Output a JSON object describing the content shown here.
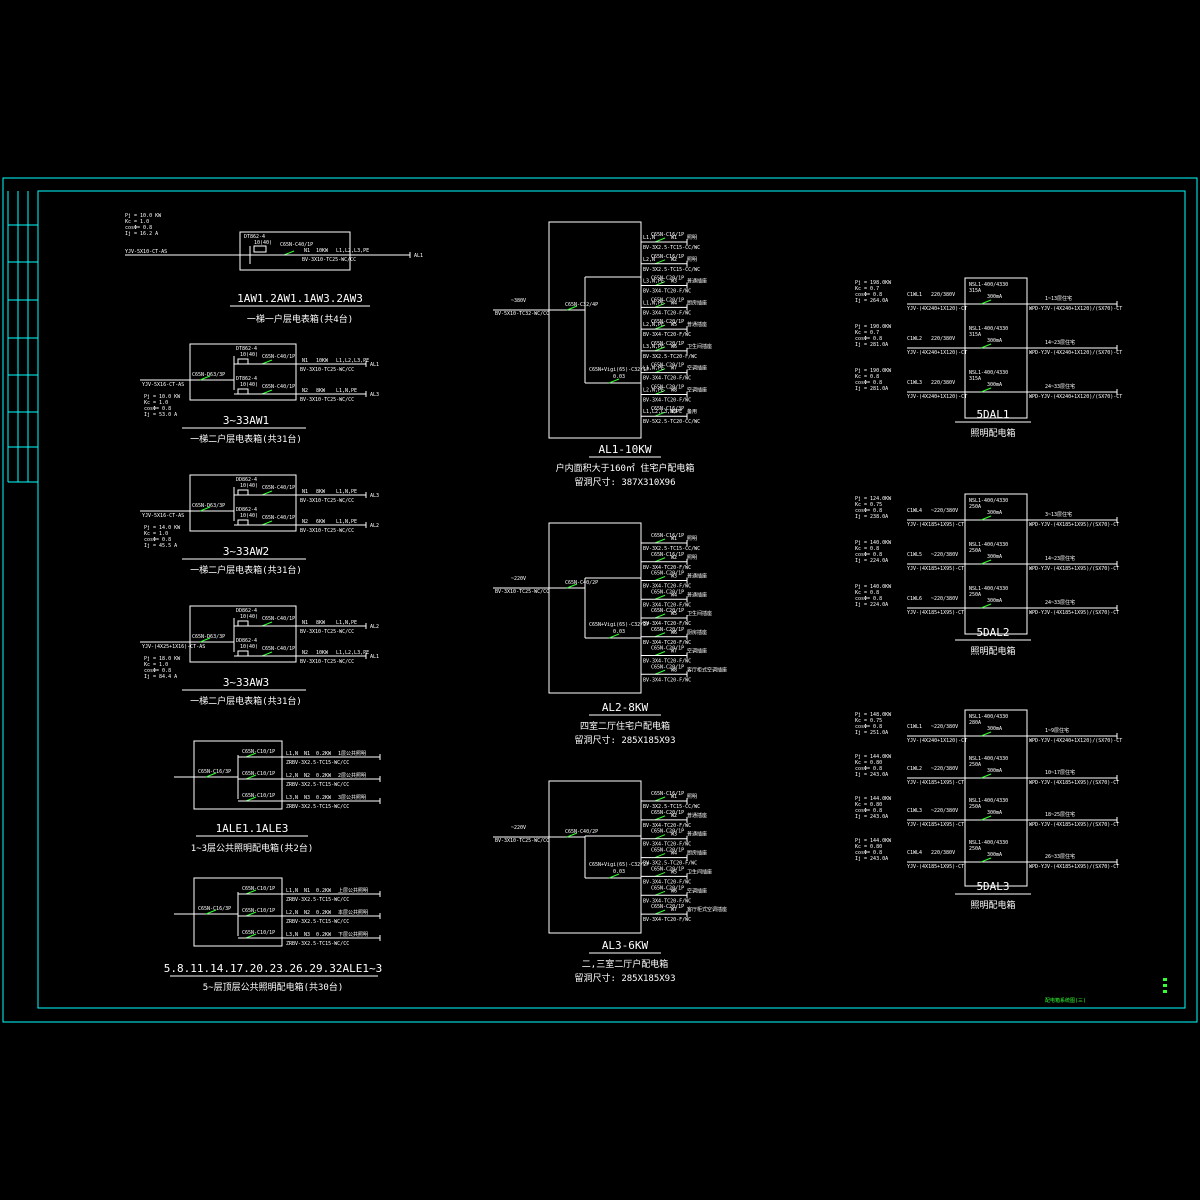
{
  "drawing_title": "配电箱系统图(三)",
  "box_1aw": {
    "params": [
      "Pj = 10.0 KW",
      "Kc = 1.0",
      "cosΦ= 0.8",
      "Ij = 16.2 A"
    ],
    "meter": "DT862-4",
    "meter_rating": "10(40)",
    "breaker_main": "C65N-C40/1P",
    "incoming_cable": "YJV-5X10-CT-AS",
    "out_line": "N1",
    "out_kw": "10KW",
    "out_phase": "L1,L2,L3,PE",
    "out_cable": "BV-3X10-TC25-WC/CC",
    "out_dest": "AL1",
    "name": "1AW1.2AW1.1AW3.2AW3",
    "subtitle": "一梯一户层电表箱(共4台)"
  },
  "box_aw1": {
    "params": [
      "Pj = 10.0 KW",
      "Kc = 1.0",
      "cosΦ= 0.8",
      "Ij = 53.0 A"
    ],
    "incoming_breaker": "C65N-D63/3P",
    "incoming_cable": "YJV-5X16-CT-AS",
    "meter": "DT862-4",
    "meter_rating": "10(40)",
    "outs": [
      {
        "breaker": "C65N-C40/1P",
        "line": "N1",
        "kw": "10KW",
        "phase": "L1,L2,L3,PE",
        "cable": "BV-3X10-TC25-WC/CC",
        "dest": "AL1"
      },
      {
        "breaker": "C65N-C40/1P",
        "line": "N2",
        "kw": "8KW",
        "phase": "L1,N,PE",
        "cable": "BV-3X10-TC25-WC/CC",
        "dest": "AL3"
      }
    ],
    "name": "3~33AW1",
    "subtitle": "一梯二户层电表箱(共31台)"
  },
  "box_aw2": {
    "params": [
      "Pj = 14.0 KW",
      "Kc = 1.0",
      "cosΦ= 0.8",
      "Ij = 45.5 A"
    ],
    "incoming_breaker": "C65N-D63/3P",
    "incoming_cable": "YJV-5X16-CT-AS",
    "meter": "DD862-4",
    "meter_rating": "10(40)",
    "outs": [
      {
        "breaker": "C65N-C40/1P",
        "line": "N1",
        "kw": "8KW",
        "phase": "L1,N,PE",
        "cable": "BV-3X10-TC25-WC/CC",
        "dest": "AL3"
      },
      {
        "breaker": "C65N-C40/1P",
        "line": "N2",
        "kw": "6KW",
        "phase": "L1,N,PE",
        "cable": "BV-3X10-TC25-WC/CC",
        "dest": "AL2"
      }
    ],
    "name": "3~33AW2",
    "subtitle": "一梯二户层电表箱(共31台)"
  },
  "box_aw3": {
    "params": [
      "Pj = 18.0 KW",
      "Kc = 1.0",
      "cosΦ= 0.8",
      "Ij = 84.4 A"
    ],
    "incoming_breaker": "C65N-D63/3P",
    "incoming_cable": "YJV-(4X25+1X16)-CT-AS",
    "meter": "DD862-4",
    "meter_rating": "10(40)",
    "outs": [
      {
        "breaker": "C65N-C40/1P",
        "line": "N1",
        "kw": "8KW",
        "phase": "L1,N,PE",
        "cable": "BV-3X10-TC25-WC/CC",
        "dest": "AL2"
      },
      {
        "breaker": "C65N-C40/1P",
        "line": "N2",
        "kw": "10KW",
        "phase": "L1,L2,L3,PE",
        "cable": "BV-3X10-TC25-WC/CC",
        "dest": "AL1"
      }
    ],
    "name": "3~33AW3",
    "subtitle": "一梯二户层电表箱(共31台)"
  },
  "box_ale1": {
    "incoming_breaker": "C65N-C16/3P",
    "outs": [
      {
        "breaker": "C65N-C10/1P",
        "line": "L1,N",
        "circuit": "N1",
        "kw": "0.2KW",
        "dest": "1层公共照明",
        "cable": "ZRBV-3X2.5-TC15-WC/CC"
      },
      {
        "breaker": "C65N-C10/1P",
        "line": "L2,N",
        "circuit": "N2",
        "kw": "0.2KW",
        "dest": "2层公共照明",
        "cable": "ZRBV-3X2.5-TC15-WC/CC"
      },
      {
        "breaker": "C65N-C10/1P",
        "line": "L3,N",
        "circuit": "N3",
        "kw": "0.2KW",
        "dest": "3层公共照明",
        "cable": "ZRBV-3X2.5-TC15-WC/CC"
      }
    ],
    "name": "1ALE1.1ALE3",
    "subtitle": "1~3层公共照明配电箱(共2台)"
  },
  "box_ale2": {
    "incoming_breaker": "C65N-C16/3P",
    "outs": [
      {
        "breaker": "C65N-C10/1P",
        "line": "L1,N",
        "circuit": "N1",
        "kw": "0.2KW",
        "dest": "上层公共照明",
        "cable": "ZRBV-3X2.5-TC15-WC/CC"
      },
      {
        "breaker": "C65N-C10/1P",
        "line": "L2,N",
        "circuit": "N2",
        "kw": "0.2KW",
        "dest": "本层公共照明",
        "cable": "ZRBV-3X2.5-TC15-WC/CC"
      },
      {
        "breaker": "C65N-C10/1P",
        "line": "L3,N",
        "circuit": "N3",
        "kw": "0.2KW",
        "dest": "下层公共照明",
        "cable": "ZRBV-3X2.5-TC15-WC/CC"
      }
    ],
    "name": "5.8.11.14.17.20.23.26.29.32ALE1~3",
    "subtitle": "5~层顶层公共照明配电箱(共30台)"
  },
  "box_al1": {
    "incoming_voltage": "~380V",
    "incoming_cable": "BV-5X10-TC32-WC/CC",
    "incoming_breaker": "C65N-C32/4P",
    "rcd": "C65N+Vigi(65)-C32/1P",
    "rcd_setting": "0.03",
    "outs": [
      {
        "breaker": "C65N-C16/1P",
        "line": "L1,N",
        "circuit": "W1",
        "dest": "照明",
        "cable": "BV-3X2.5-TC15-CC/WC"
      },
      {
        "breaker": "C65N-C16/1P",
        "line": "L2,N",
        "circuit": "W2",
        "dest": "照明",
        "cable": "BV-3X2.5-TC15-CC/WC"
      },
      {
        "breaker": "C65N-C20/1P",
        "line": "L3,N,PE",
        "circuit": "W3",
        "dest": "普通插座",
        "cable": "BV-3X4-TC20-F/WC"
      },
      {
        "breaker": "C65N-C20/1P",
        "line": "L1,N,PE",
        "circuit": "W4",
        "dest": "厨房插座",
        "cable": "BV-3X4-TC20-F/WC"
      },
      {
        "breaker": "C65N-C20/1P",
        "line": "L2,N,PE",
        "circuit": "W5",
        "dest": "普通插座",
        "cable": "BV-3X4-TC20-F/WC"
      },
      {
        "breaker": "C65N-C20/1P",
        "line": "L3,N,PE",
        "circuit": "W6",
        "dest": "卫生间插座",
        "cable": "BV-3X2.5-TC20-F/WC"
      },
      {
        "breaker": "C65N-C20/1P",
        "line": "L1,N,PE",
        "circuit": "W7",
        "dest": "空调插座",
        "cable": "BV-3X4-TC20-F/WC"
      },
      {
        "breaker": "C65N-C20/1P",
        "line": "L2,N,PE",
        "circuit": "W8",
        "dest": "空调插座",
        "cable": "BV-3X4-TC20-F/WC"
      },
      {
        "breaker": "C65N-C16/3P",
        "line": "L1,L2,L3,N,PE",
        "circuit": "W9",
        "dest": "备用",
        "cable": "BV-5X2.5-TC20-CC/WC"
      }
    ],
    "name": "AL1-10KW",
    "subtitle": "户内面积大于160㎡ 住宅户配电箱",
    "size": "留洞尺寸: 387X310X96"
  },
  "box_al2": {
    "incoming_voltage": "~220V",
    "incoming_cable": "BV-3X10-TC25-WC/CC",
    "incoming_breaker": "C65N-C40/2P",
    "rcd": "C65N+Vigi(65)-C32/2P",
    "rcd_setting": "0.03",
    "outs": [
      {
        "breaker": "C65N-C16/1P",
        "circuit": "W1",
        "dest": "照明",
        "cable": "BV-3X2.5-TC15-CC/WC"
      },
      {
        "breaker": "C65N-C16/1P",
        "circuit": "W2",
        "dest": "照明",
        "cable": "BV-3X4-TC20-F/WC"
      },
      {
        "breaker": "C65N-C20/1P",
        "circuit": "W3",
        "dest": "普通插座",
        "cable": "BV-3X4-TC20-F/WC"
      },
      {
        "breaker": "C65N-C20/1P",
        "circuit": "W4",
        "dest": "普通插座",
        "cable": "BV-3X4-TC20-F/WC"
      },
      {
        "breaker": "C65N-C20/1P",
        "circuit": "W5",
        "dest": "卫生间插座",
        "cable": "BV-3X4-TC20-F/WC"
      },
      {
        "breaker": "C65N-C20/1P",
        "circuit": "W6",
        "dest": "厨房插座",
        "cable": "BV-3X4-TC20-F/WC"
      },
      {
        "breaker": "C65N-C20/1P",
        "circuit": "W7",
        "dest": "空调插座",
        "cable": "BV-3X4-TC20-F/WC"
      },
      {
        "breaker": "C65N-C20/1P",
        "circuit": "W8",
        "dest": "客厅柜式空调插座",
        "cable": "BV-3X4-TC20-F/WC"
      }
    ],
    "name": "AL2-8KW",
    "subtitle": "四室二厅住宅户配电箱",
    "size": "留洞尺寸: 285X185X93"
  },
  "box_al3": {
    "incoming_voltage": "~220V",
    "incoming_cable": "BV-3X10-TC25-WC/CC",
    "incoming_breaker": "C65N-C40/2P",
    "rcd": "C65N+Vigi(65)-C32/2P",
    "rcd_setting": "0.03",
    "outs": [
      {
        "breaker": "C65N-C16/1P",
        "circuit": "W1",
        "dest": "照明",
        "cable": "BV-3X2.5-TC15-CC/WC"
      },
      {
        "breaker": "C65N-C20/1P",
        "circuit": "W2",
        "dest": "普通插座",
        "cable": "BV-3X4-TC20-F/WC"
      },
      {
        "breaker": "C65N-C20/1P",
        "circuit": "W3",
        "dest": "普通插座",
        "cable": "BV-3X4-TC20-F/WC"
      },
      {
        "breaker": "C65N-C20/1P",
        "circuit": "W4",
        "dest": "厨房插座",
        "cable": "BV-3X2.5-TC20-F/WC"
      },
      {
        "breaker": "C65N-C20/1P",
        "circuit": "W5",
        "dest": "卫生间插座",
        "cable": "BV-3X4-TC20-F/WC"
      },
      {
        "breaker": "C65N-C20/1P",
        "circuit": "W6",
        "dest": "空调插座",
        "cable": "BV-3X4-TC20-F/WC"
      },
      {
        "breaker": "C65N-C20/1P",
        "circuit": "W7",
        "dest": "客厅柜式空调插座",
        "cable": "BV-3X4-TC20-F/WC"
      }
    ],
    "name": "AL3-6KW",
    "subtitle": "二,三室二厅户配电箱",
    "size": "留洞尺寸: 285X185X93"
  },
  "box_dal1": {
    "rows": [
      {
        "params": [
          "Pj = 198.0KW",
          "Kc = 0.7",
          "cosΦ= 0.8",
          "Ij = 264.0A"
        ],
        "line": "C1WL1",
        "volt": "220/380V",
        "cable": "YJV-(4X240+1X120)-CT",
        "switch": "NSL1-400/4330",
        "rating": "315A",
        "rcd": "300mA",
        "dest": "1~13层住宅",
        "out_cable": "WPD-YJV-(4X240+1X120)/(SX70)-CT"
      },
      {
        "params": [
          "Pj = 190.0KW",
          "Kc = 0.7",
          "cosΦ= 0.8",
          "Ij = 281.0A"
        ],
        "line": "C1WL2",
        "volt": "220/380V",
        "cable": "YJV-(4X240+1X120)-CT",
        "switch": "NSL1-400/4330",
        "rating": "315A",
        "rcd": "300mA",
        "dest": "14~23层住宅",
        "out_cable": "WPD-YJV-(4X240+1X120)/(SX70)-CT"
      },
      {
        "params": [
          "Pj = 190.0KW",
          "Kc = 0.8",
          "cosΦ= 0.8",
          "Ij = 281.0A"
        ],
        "line": "C1WL3",
        "volt": "220/380V",
        "cable": "YJV-(4X240+1X120)-CT",
        "switch": "NSL1-400/4330",
        "rating": "315A",
        "rcd": "300mA",
        "dest": "24~33层住宅",
        "out_cable": "WPD-YJV-(4X240+1X120)/(SX70)-CT"
      }
    ],
    "name": "5DAL1",
    "subtitle": "照明配电箱"
  },
  "box_dal2": {
    "rows": [
      {
        "params": [
          "Pj = 124.0KW",
          "Kc = 0.75",
          "cosΦ= 0.8",
          "Ij = 238.0A"
        ],
        "line": "C1WL4",
        "volt": "~220/380V",
        "cable": "YJV-(4X185+1X95)-CT",
        "switch": "NSL1-400/4330",
        "rating": "250A",
        "rcd": "300mA",
        "dest": "3~13层住宅",
        "out_cable": "WPD-YJV-(4X185+1X95)/(SX70)-CT"
      },
      {
        "params": [
          "Pj = 140.0KW",
          "Kc = 0.8",
          "cosΦ= 0.8",
          "Ij = 224.0A"
        ],
        "line": "C1WL5",
        "volt": "~220/380V",
        "cable": "YJV-(4X185+1X95)-CT",
        "switch": "NSL1-400/4330",
        "rating": "250A",
        "rcd": "300mA",
        "dest": "14~23层住宅",
        "out_cable": "WPD-YJV-(4X185+1X95)/(SX70)-CT"
      },
      {
        "params": [
          "Pj = 140.0KW",
          "Kc = 0.8",
          "cosΦ= 0.8",
          "Ij = 224.0A"
        ],
        "line": "C1WL6",
        "volt": "~220/380V",
        "cable": "YJV-(4X185+1X95)-CT",
        "switch": "NSL1-400/4330",
        "rating": "250A",
        "rcd": "300mA",
        "dest": "24~33层住宅",
        "out_cable": "WPD-YJV-(4X185+1X95)/(SX70)-CT"
      }
    ],
    "name": "5DAL2",
    "subtitle": "照明配电箱"
  },
  "box_dal3": {
    "rows": [
      {
        "params": [
          "Pj = 148.0KW",
          "Kc = 0.75",
          "cosΦ= 0.8",
          "Ij = 251.0A"
        ],
        "line": "C1WL1",
        "volt": "~220/380V",
        "cable": "YJV-(4X240+1X120)-CT",
        "switch": "NSL1-400/4330",
        "rating": "280A",
        "rcd": "300mA",
        "dest": "1~9层住宅",
        "out_cable": "WPD-YJV-(4X240+1X120)/(SX70)-CT"
      },
      {
        "params": [
          "Pj = 144.0KW",
          "Kc = 0.80",
          "cosΦ= 0.8",
          "Ij = 243.0A"
        ],
        "line": "C1WL2",
        "volt": "~220/380V",
        "cable": "YJV-(4X185+1X95)-CT",
        "switch": "NSL1-400/4330",
        "rating": "250A",
        "rcd": "300mA",
        "dest": "10~17层住宅",
        "out_cable": "WPD-YJV-(4X185+1X95)/(SX70)-CT"
      },
      {
        "params": [
          "Pj = 144.0KW",
          "Kc = 0.80",
          "cosΦ= 0.8",
          "Ij = 243.0A"
        ],
        "line": "C1WL3",
        "volt": "~220/380V",
        "cable": "YJV-(4X185+1X95)-CT",
        "switch": "NSL1-400/4330",
        "rating": "250A",
        "rcd": "300mA",
        "dest": "18~25层住宅",
        "out_cable": "WPD-YJV-(4X185+1X95)/(SX70)-CT"
      },
      {
        "params": [
          "Pj = 144.0KW",
          "Kc = 0.80",
          "cosΦ= 0.8",
          "Ij = 243.0A"
        ],
        "line": "C1WL4",
        "volt": "220/380V",
        "cable": "YJV-(4X185+1X95)-CT",
        "switch": "NSL1-400/4330",
        "rating": "250A",
        "rcd": "300mA",
        "dest": "26~33层住宅",
        "out_cable": "WPD-YJV-(4X185+1X95)/(SX70)-CT"
      }
    ],
    "name": "5DAL3",
    "subtitle": "照明配电箱"
  }
}
